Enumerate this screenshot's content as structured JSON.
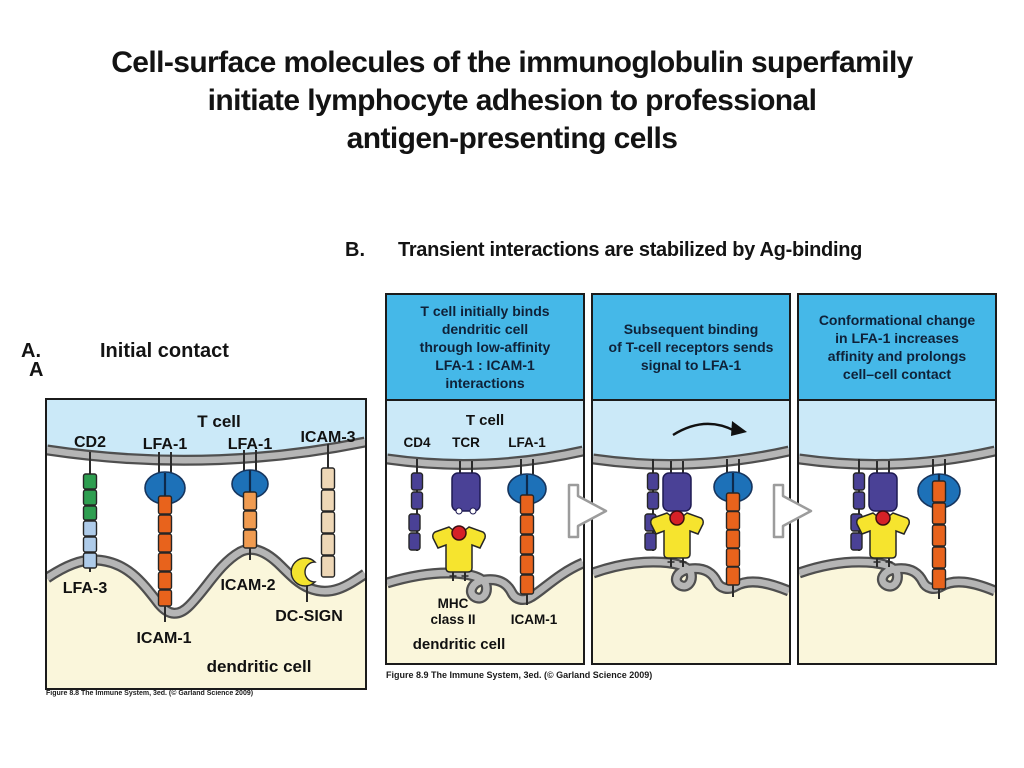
{
  "title": {
    "lines": [
      "Cell-surface molecules of the immunoglobulin superfamily",
      "initiate lymphocyte adhesion to professional",
      "antigen-presenting cells"
    ]
  },
  "sections": {
    "b_label": "B.",
    "b_text": "Transient interactions are stabilized by Ag-binding",
    "a_label": "A.",
    "a_text": "Initial contact",
    "a_sub": "A"
  },
  "figure_88": {
    "caption": "Figure 8.8  The Immune System, 3ed. (© Garland Science 2009)",
    "labels": {
      "t_cell": "T cell",
      "cd2": "CD2",
      "lfa1_a": "LFA-1",
      "lfa1_b": "LFA-1",
      "icam3": "ICAM-3",
      "lfa3": "LFA-3",
      "icam2": "ICAM-2",
      "icam1": "ICAM-1",
      "dc_sign": "DC-SIGN",
      "dendritic": "dendritic cell"
    }
  },
  "figure_89": {
    "caption": "Figure 8.9  The Immune System, 3ed. (© Garland Science 2009)",
    "panel1": {
      "header_lines": [
        "T cell initially binds",
        "dendritic cell",
        "through low-affinity",
        "LFA-1 : ICAM-1",
        "interactions"
      ],
      "labels": {
        "t_cell": "T cell",
        "cd4": "CD4",
        "tcr": "TCR",
        "lfa1": "LFA-1",
        "mhc_line1": "MHC",
        "mhc_line2": "class II",
        "icam1": "ICAM-1",
        "dendritic": "dendritic cell"
      }
    },
    "panel2": {
      "header_lines": [
        "Subsequent binding",
        "of T-cell receptors sends",
        "signal to LFA-1"
      ]
    },
    "panel3": {
      "header_lines": [
        "Conformational change",
        "in LFA-1 increases",
        "affinity and prolongs",
        "cell–cell contact"
      ]
    }
  },
  "colors": {
    "header_blue": "#45b8e8",
    "tcell_blue": "#cbe9f8",
    "membrane_gray": "#b5b5b5",
    "dendritic_cream": "#faf6db",
    "cd2_green": "#2e9e50",
    "lfa3_light_blue": "#aecbe9",
    "lfa1_blue": "#1d71b8",
    "icam1_orange": "#e8631c",
    "icam2_orange": "#f09b50",
    "icam3_tan": "#eed7b6",
    "dcsign_yellow": "#f3e32f",
    "mhc_yellow": "#f6e42e",
    "peptide_red": "#d52127",
    "tcr_purple": "#4a4196"
  }
}
